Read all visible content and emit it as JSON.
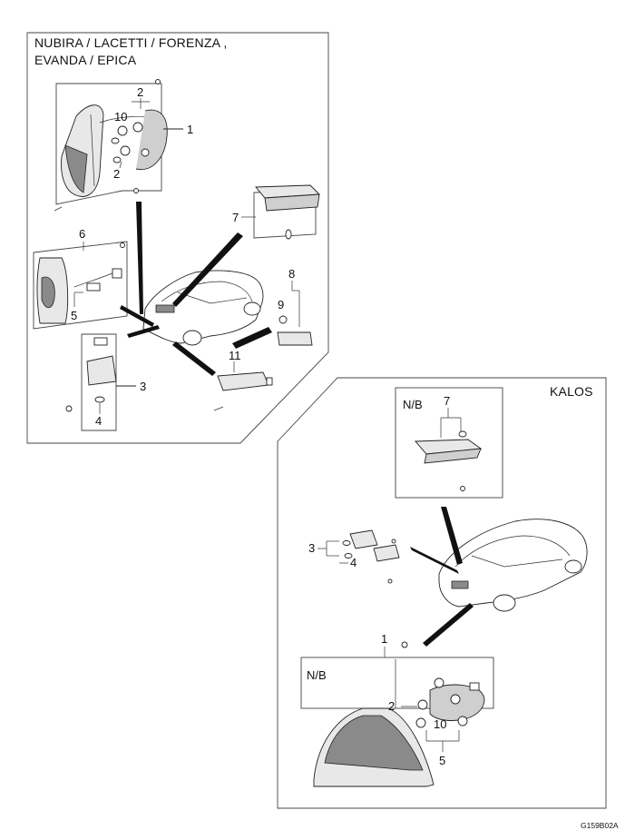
{
  "panels": {
    "nubira": {
      "title_line1": "NUBIRA / LACETTI / FORENZA ,",
      "title_line2": "EVANDA / EPICA",
      "callouts": {
        "c1": "1",
        "c2a": "2",
        "c2b": "2",
        "c10": "10",
        "c6": "6",
        "c5": "5",
        "c7": "7",
        "c8": "8",
        "c9": "9",
        "c3": "3",
        "c4": "4",
        "c11": "11"
      }
    },
    "kalos": {
      "title": "KALOS",
      "nb_top": "N/B",
      "nb_bottom": "N/B",
      "callouts": {
        "c7": "7",
        "c3": "3",
        "c4": "4",
        "c1": "1",
        "c2": "2",
        "c10": "10",
        "c5": "5"
      }
    }
  },
  "figure_code": "G159B02A"
}
